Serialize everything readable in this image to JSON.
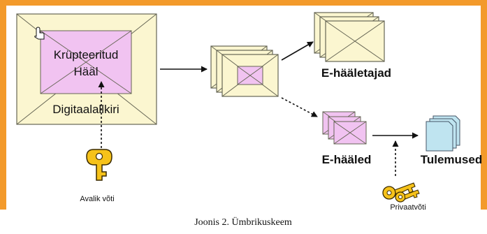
{
  "colors": {
    "frame_orange": "#f39a2b",
    "envelope_fill": "#fbf6d0",
    "envelope_stroke": "#666655",
    "encrypted_fill": "#f1c3f1",
    "doc_fill": "#bfe4f0",
    "key_fill": "#f6c21a"
  },
  "big_envelope": {
    "encrypted_label_line1": "Krüpteeritud",
    "encrypted_label_line2": "Hääl",
    "signature_label": "Digitaalallkiri"
  },
  "labels": {
    "voters": "E-hääletajad",
    "e_votes": "E-hääled",
    "results": "Tulemused",
    "public_key": "Avalik võti",
    "private_key": "Privaatvõti"
  },
  "icons": {
    "cursor": "hand-cursor-icon",
    "public_key": "key-icon",
    "private_key": "keys-icon",
    "results": "documents-icon"
  },
  "caption": "Joonis 2. Ümbrikuskeem"
}
